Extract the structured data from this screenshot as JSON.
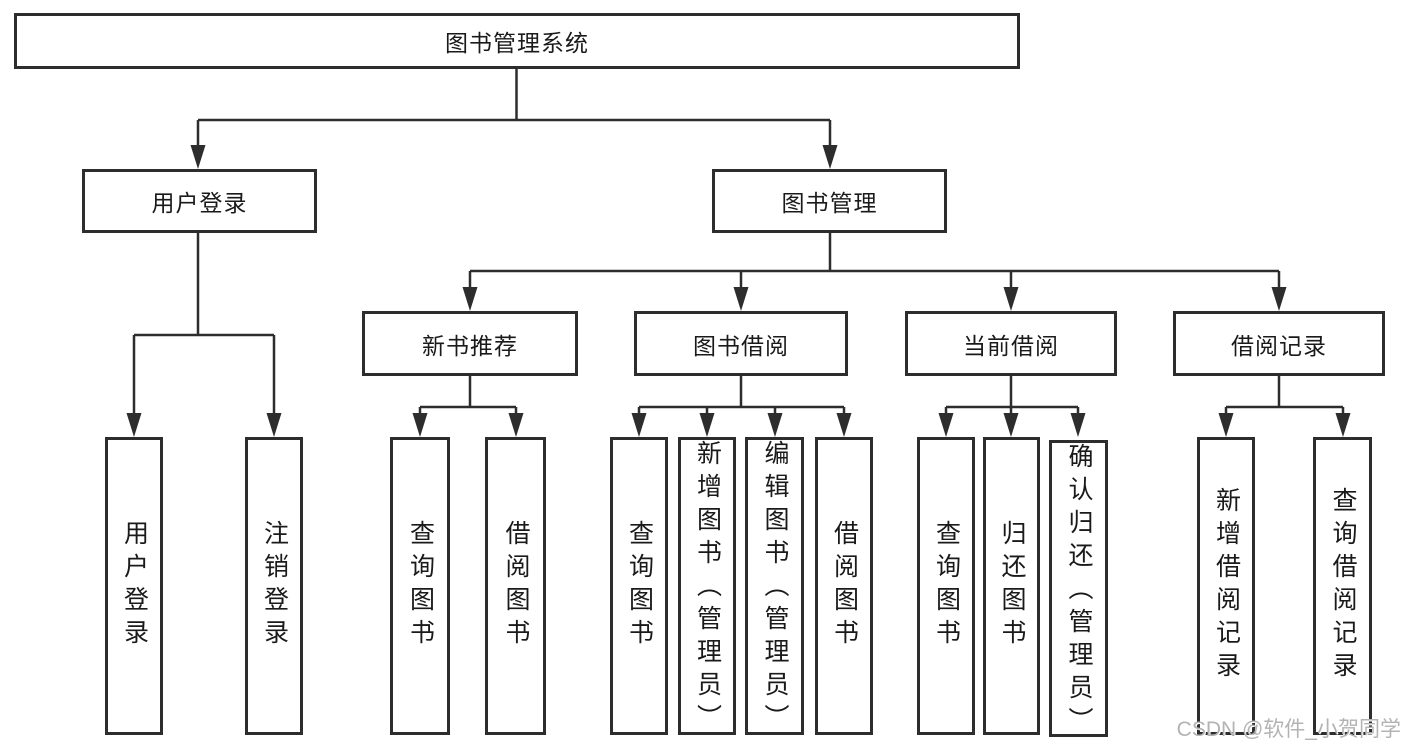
{
  "nodes": {
    "root": {
      "label": "图书管理系统"
    },
    "level2": [
      {
        "label": "用户登录"
      },
      {
        "label": "图书管理"
      }
    ],
    "level3": [
      {
        "label": "新书推荐"
      },
      {
        "label": "图书借阅"
      },
      {
        "label": "当前借阅"
      },
      {
        "label": "借阅记录"
      }
    ],
    "leaves": {
      "user_login": [
        {
          "label": "用户登录"
        },
        {
          "label": "注销登录"
        }
      ],
      "new_book_recommend": [
        {
          "label": "查询图书"
        },
        {
          "label": "借阅图书"
        }
      ],
      "book_borrow": [
        {
          "label": "查询图书"
        },
        {
          "label": "新增图书（管理员）"
        },
        {
          "label": "编辑图书（管理员）"
        },
        {
          "label": "借阅图书"
        }
      ],
      "current_borrow": [
        {
          "label": "查询图书"
        },
        {
          "label": "归还图书"
        },
        {
          "label": "确认归还（管理员）"
        }
      ],
      "borrow_records": [
        {
          "label": "新增借阅记录"
        },
        {
          "label": "查询借阅记录"
        }
      ]
    }
  },
  "watermark": {
    "text": "CSDN @软件_小贺同学"
  },
  "colors": {
    "line": "#2d2d2d",
    "text": "#1a1a1a",
    "watermark": "#b3b3b3",
    "background": "#ffffff"
  }
}
